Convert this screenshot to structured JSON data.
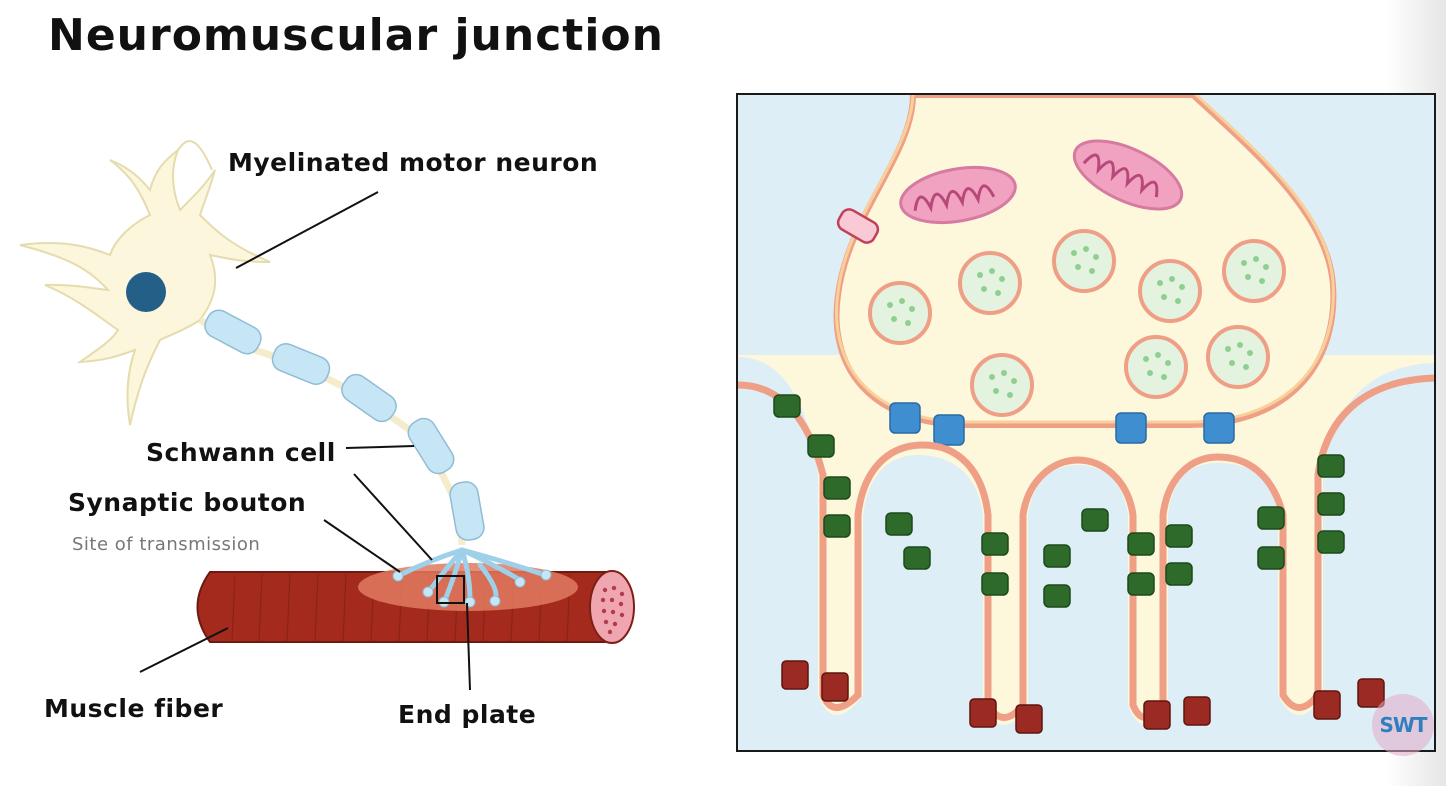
{
  "title": "Neuromuscular junction",
  "labels": {
    "neuron": "Myelinated motor neuron",
    "schwann": "Schwann cell",
    "bouton": "Synaptic bouton",
    "site": "Site of transmission",
    "muscle": "Muscle fiber",
    "endplate": "End plate"
  },
  "logo": "SWT",
  "colors": {
    "soma": "#fbf6dc",
    "nucleus": "#245f88",
    "myelin": "#c7e6f5",
    "muscle": "#a52a1e",
    "endplate": "#e07a5f",
    "cleft": "#ddeef7",
    "membrane": "#ef9f86",
    "vesicle_fill": "#e4f3e0",
    "receptor": "#2e6b2a",
    "sodium_channel": "#9b2a22",
    "calcium_channel": "#3f8fd0",
    "mitochondrion": "#f0a2c0"
  }
}
